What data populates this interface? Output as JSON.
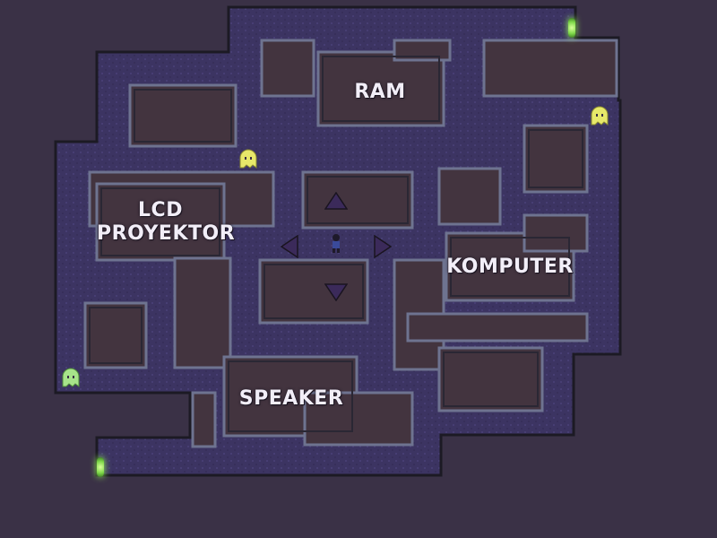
{
  "rooms": {
    "ram": "RAM",
    "lcd_line1": "LCD",
    "lcd_line2": "PROYEKTOR",
    "komputer": "KOMPUTER",
    "speaker": "SPEAKER"
  },
  "colors": {
    "background": "#3a3146",
    "floor": "#3e3560",
    "wall_block": "#43343f",
    "wall_edge": "#6e7390",
    "wall_dark": "#1c1a24",
    "arrow": "#3b2a5a",
    "ghost": "#e7e86a",
    "ghost_green": "#a7e38a",
    "portal": "#7fd94a"
  },
  "icons": {
    "up": "triangle-up-icon",
    "down": "triangle-down-icon",
    "left": "triangle-left-icon",
    "right": "triangle-right-icon"
  }
}
